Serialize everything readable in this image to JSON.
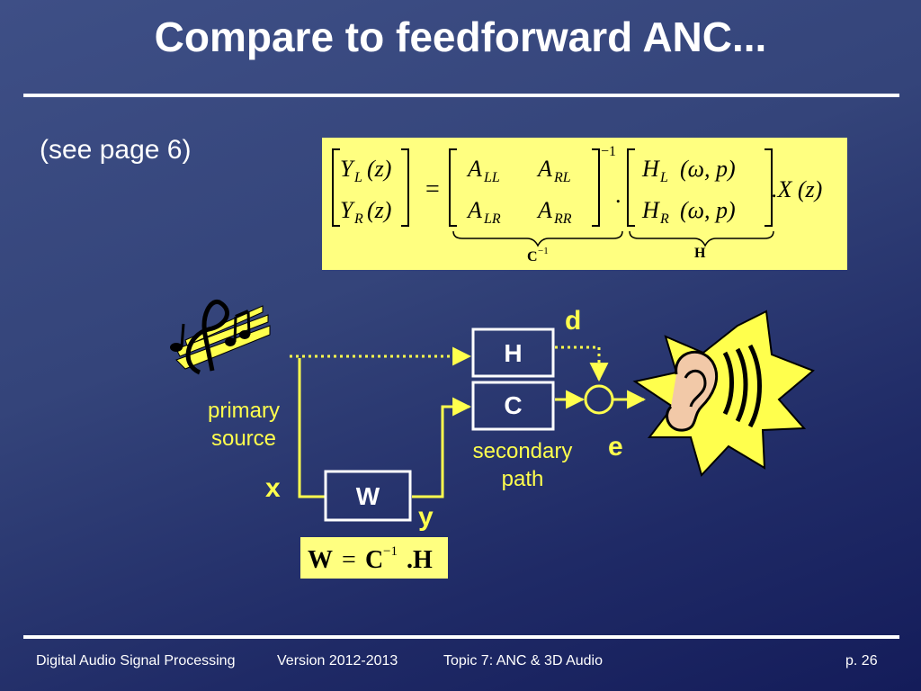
{
  "slide": {
    "title": "Compare to feedforward ANC...",
    "reference": "(see page 6)"
  },
  "equation": {
    "Y_L": "Y",
    "Y_L_sub": "L",
    "Y_R": "Y",
    "Y_R_sub": "R",
    "z": "(z)",
    "equals": "=",
    "A": "A",
    "LL": "LL",
    "RL": "RL",
    "LR": "LR",
    "RR": "RR",
    "inverse": "−1",
    "dot": ".",
    "H_L": "H",
    "H_L_sub": "L",
    "H_R": "H",
    "H_R_sub": "R",
    "omega_p": "(ω, p)",
    "X": ".X (z)",
    "brace_C": "C",
    "brace_C_sup": "−1",
    "brace_H": "H"
  },
  "diagram": {
    "box_H": "H",
    "box_C": "C",
    "box_W": "W",
    "label_primary_source": [
      "primary",
      "source"
    ],
    "label_secondary_path": [
      "secondary",
      "path"
    ],
    "signal_d": "d",
    "signal_e": "e",
    "signal_x": "x",
    "signal_y": "y",
    "formula_W": "W",
    "formula_eq": "=",
    "formula_C": "C",
    "formula_sup": "−1",
    "formula_H": ".H"
  },
  "footer": {
    "course": "Digital Audio Signal Processing",
    "version": "Version 2012-2013",
    "topic": "Topic 7: ANC & 3D Audio",
    "page": "p. 26"
  },
  "colors": {
    "accent_yellow": "#ffff4d",
    "equation_bg": "#ffff80",
    "box_border": "#ffffff"
  }
}
